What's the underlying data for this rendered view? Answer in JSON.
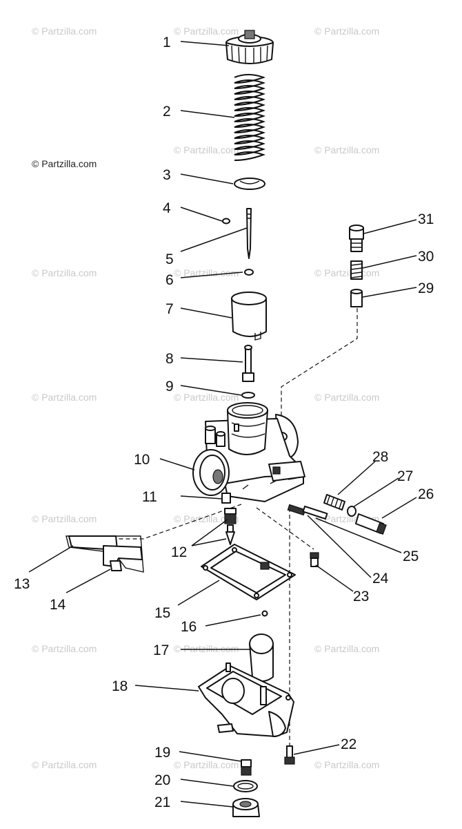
{
  "watermark": "© Partzilla.com",
  "copyright": "© Partzilla.com",
  "callouts": [
    "1",
    "2",
    "3",
    "4",
    "5",
    "6",
    "7",
    "8",
    "9",
    "10",
    "11",
    "12",
    "13",
    "14",
    "15",
    "16",
    "17",
    "18",
    "19",
    "20",
    "21",
    "22",
    "23",
    "24",
    "25",
    "26",
    "27",
    "28",
    "29",
    "30",
    "31"
  ]
}
